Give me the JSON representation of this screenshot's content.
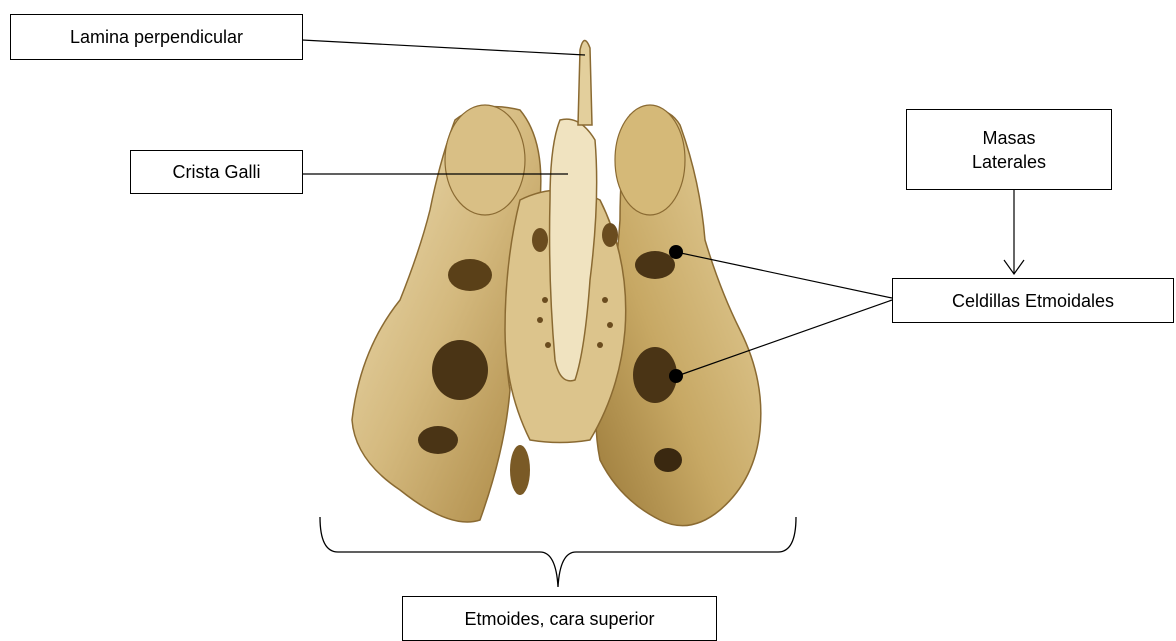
{
  "labels": {
    "lamina": "Lamina perpendicular",
    "crista": "Crista Galli",
    "masas_line1": "Masas",
    "masas_line2": "Laterales",
    "celdillas": "Celdillas Etmoidales",
    "etmoides": "Etmoides, cara superior"
  },
  "colors": {
    "bone_light": "#e8d6a8",
    "bone_mid": "#c9ae72",
    "bone_dark": "#8a6a32",
    "cavity": "#4a3415",
    "lines": "#000000"
  }
}
